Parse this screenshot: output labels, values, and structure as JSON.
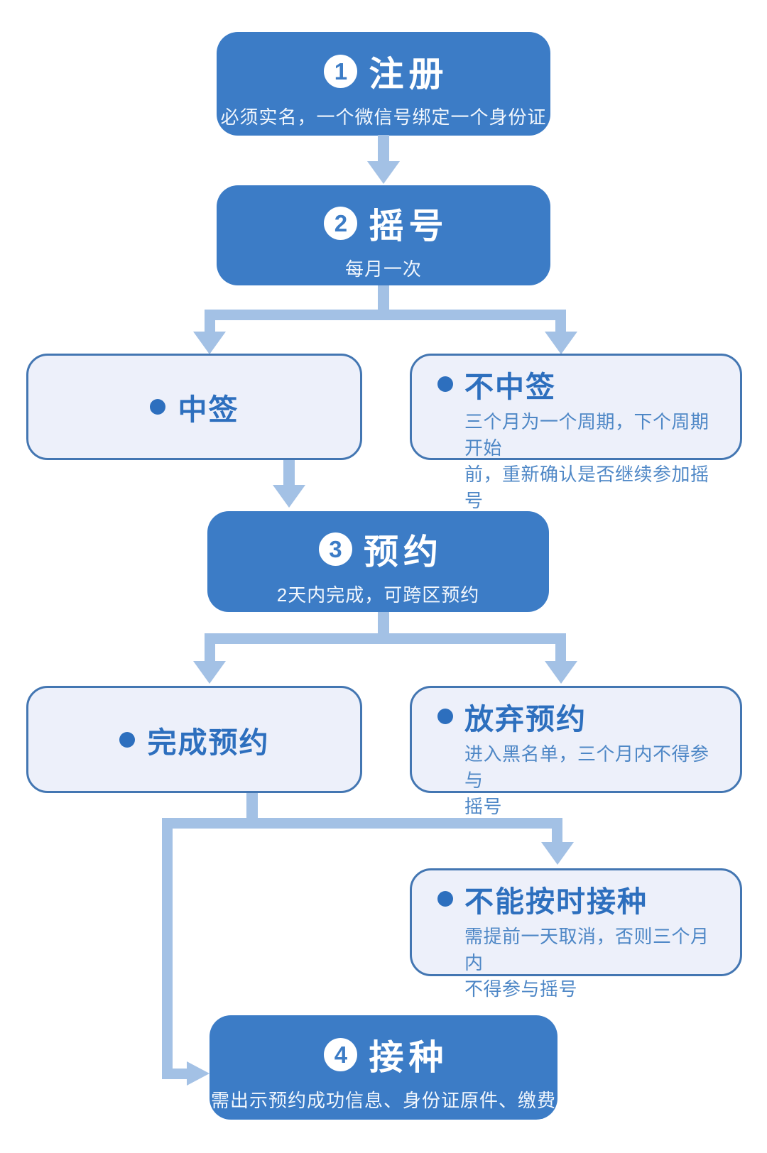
{
  "colors": {
    "step_box_fill": "#3c7cc6",
    "step_text": "#ffffff",
    "outcome_box_fill": "#edf0fa",
    "outcome_box_border": "#4376b2",
    "outcome_title_text": "#2d6fbe",
    "outcome_body_text": "#4e87c6",
    "connector": "#a3c1e5",
    "background": "#ffffff"
  },
  "steps": {
    "register": {
      "number": "1",
      "title": "注册",
      "subtitle": "必须实名，一个微信号绑定一个身份证"
    },
    "lottery": {
      "number": "2",
      "title": "摇号",
      "subtitle": "每月一次"
    },
    "reserve": {
      "number": "3",
      "title": "预约",
      "subtitle": "2天内完成，可跨区预约"
    },
    "vaccinate": {
      "number": "4",
      "title": "接种",
      "subtitle": "需出示预约成功信息、身份证原件、缴费"
    }
  },
  "outcomes": {
    "win": {
      "title": "中签"
    },
    "lose": {
      "title": "不中签",
      "body_lines": [
        "三个月为一个周期，下个周期开始",
        "前，重新确认是否继续参加摇号"
      ]
    },
    "reserved": {
      "title": "完成预约"
    },
    "abandon": {
      "title": "放弃预约",
      "body_lines": [
        "进入黑名单，三个月内不得参与",
        "摇号"
      ]
    },
    "cannot_attend": {
      "title": "不能按时接种",
      "body_lines": [
        "需提前一天取消，否则三个月内",
        "不得参与摇号"
      ]
    }
  }
}
